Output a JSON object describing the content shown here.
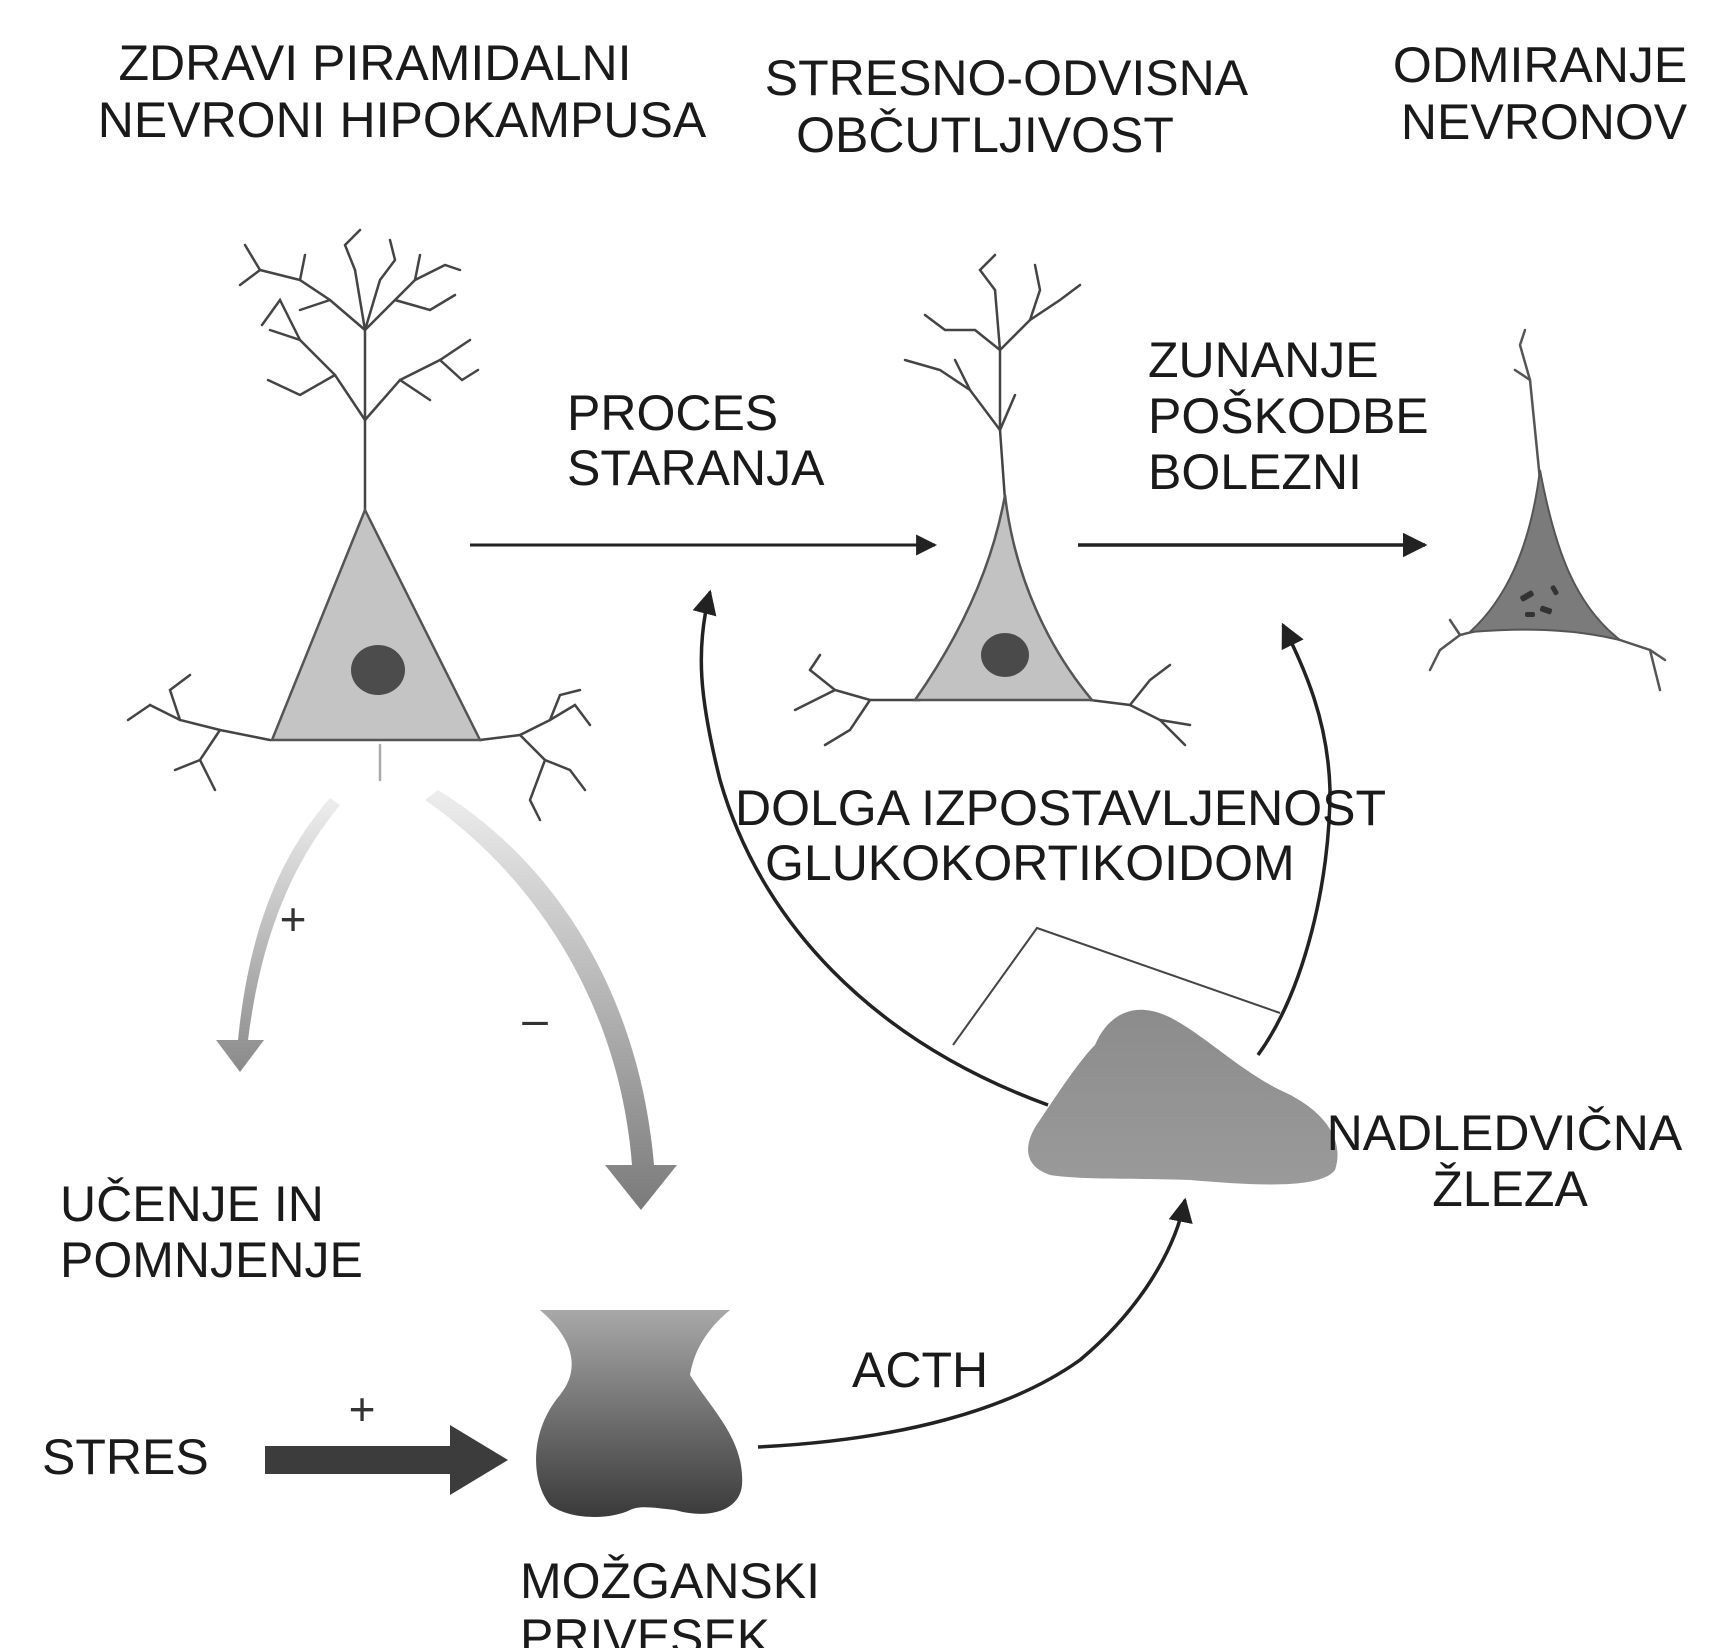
{
  "headers": {
    "healthy": [
      "ZDRAVI PIRAMIDALNI",
      "NEVRONI HIPOKAMPUSA"
    ],
    "vulnerable": [
      "STRESNO-ODVISNA",
      "OBČUTLJIVOST"
    ],
    "death": [
      "ODMIRANJE",
      "NEVRONOV"
    ]
  },
  "labels": {
    "aging": [
      "PROCES",
      "STARANJA"
    ],
    "insults": [
      "ZUNANJE",
      "POŠKODBE",
      "BOLEZNI"
    ],
    "exposure": [
      "DOLGA IZPOSTAVLJENOST",
      "GLUKOKORTIKOIDOM"
    ],
    "learning": [
      "UČENJE  IN",
      "POMNJENJE"
    ],
    "adrenal": [
      "NADLEDVIČNA",
      "ŽLEZA"
    ],
    "stress": "STRES",
    "acth": "ACTH",
    "pituitary": [
      "MOŽGANSKI",
      "PRIVESEK"
    ],
    "plus_learning": "+",
    "minus_pituitary": "–",
    "plus_stress": "+"
  },
  "colors": {
    "cell_fill": "#c2c2c2",
    "nucleus": "#4a4a4a",
    "dying_cell": "#7a7a7a",
    "gland": "#8a8a8a",
    "pituitary_top": "#a0a0a0",
    "pituitary_bottom": "#3c3c3c",
    "line": "#222222"
  },
  "icons": [
    "healthy-neuron-icon",
    "atrophied-neuron-icon",
    "dying-neuron-icon",
    "adrenal-gland-icon",
    "pituitary-gland-icon"
  ]
}
